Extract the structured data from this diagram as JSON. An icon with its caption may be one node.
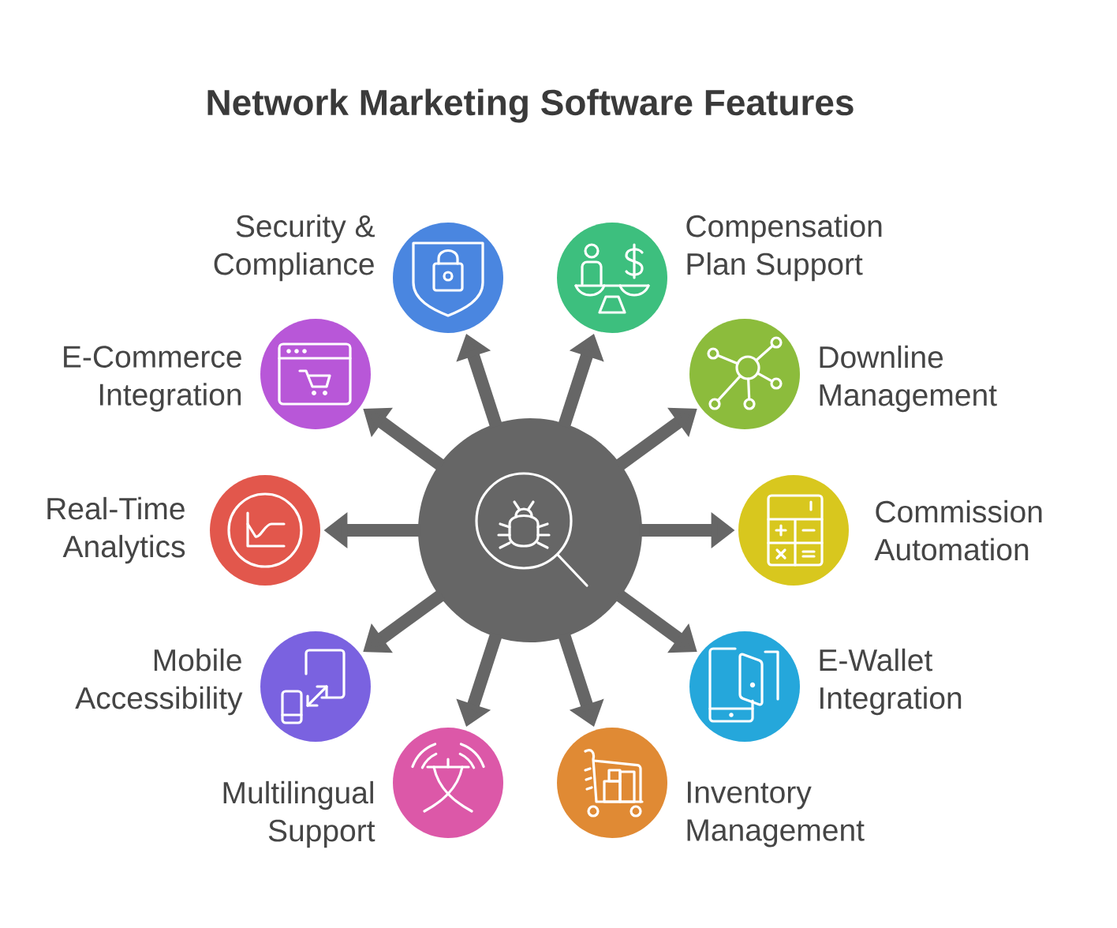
{
  "diagram": {
    "title": "Network Marketing Software Features",
    "nodes": [
      {
        "text": [],
        "shape": "circle"
      },
      {
        "text": [],
        "shape": "circle",
        "beside": [
          "Security & Compliance"
        ]
      },
      {
        "text": [],
        "shape": "circle",
        "beside": [
          "Compensation Plan Support"
        ]
      },
      {
        "text": [],
        "shape": "circle",
        "beside": [
          "E-Commerce Integration"
        ]
      },
      {
        "text": [],
        "shape": "circle",
        "beside": [
          "Downline Management"
        ]
      },
      {
        "text": [],
        "shape": "circle",
        "beside": [
          "Real-Time Analytics"
        ]
      },
      {
        "text": [],
        "shape": "circle",
        "beside": [
          "Commission Automation"
        ]
      },
      {
        "text": [],
        "shape": "circle",
        "beside": [
          "Mobile Accessibility"
        ]
      },
      {
        "text": [],
        "shape": "circle",
        "beside": [
          "E-Wallet Integration"
        ]
      },
      {
        "text": [],
        "shape": "circle",
        "beside": [
          "Multilingual Support"
        ]
      },
      {
        "text": [],
        "shape": "circle",
        "beside": [
          "Inventory Management"
        ]
      }
    ],
    "edges": [
      {
        "from": 0,
        "to": 1,
        "arrow": "to"
      },
      {
        "from": 0,
        "to": 2,
        "arrow": "to"
      },
      {
        "from": 0,
        "to": 3,
        "arrow": "to"
      },
      {
        "from": 0,
        "to": 4,
        "arrow": "to"
      },
      {
        "from": 0,
        "to": 5,
        "arrow": "to"
      },
      {
        "from": 0,
        "to": 6,
        "arrow": "to"
      },
      {
        "from": 0,
        "to": 7,
        "arrow": "to"
      },
      {
        "from": 0,
        "to": 8,
        "arrow": "to"
      },
      {
        "from": 0,
        "to": 9,
        "arrow": "to"
      },
      {
        "from": 0,
        "to": 10,
        "arrow": "to"
      }
    ]
  }
}
